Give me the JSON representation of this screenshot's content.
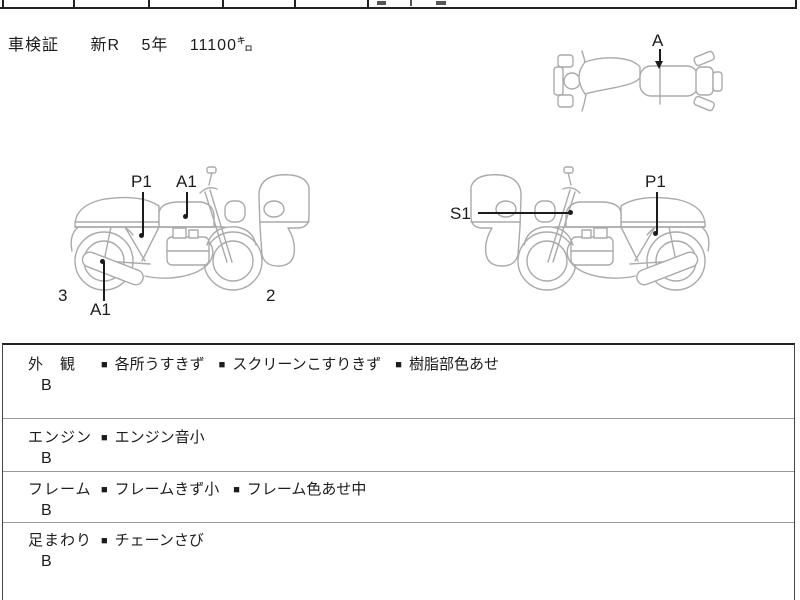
{
  "registration": {
    "label": "車検証",
    "values": [
      "新R",
      "5年",
      "11100㌔"
    ]
  },
  "diagram": {
    "top_view_marker": "A",
    "left_view": {
      "p1": "P1",
      "a1_top": "A1",
      "a1_bottom": "A1",
      "number_left": "3",
      "number_right": "2"
    },
    "right_view": {
      "s1": "S1",
      "p1": "P1"
    }
  },
  "condition": {
    "bullet": "■",
    "rows": [
      {
        "category": "外　観",
        "grade": "B",
        "items": [
          "各所うすきず",
          "スクリーンこすりきず",
          "樹脂部色あせ"
        ]
      },
      {
        "category": "エンジン",
        "grade": "B",
        "items": [
          "エンジン音小"
        ]
      },
      {
        "category": "フレーム",
        "grade": "B",
        "items": [
          "フレームきず小",
          "フレーム色あせ中"
        ]
      },
      {
        "category": "足まわり",
        "grade": "B",
        "items": [
          "チェーンさび"
        ]
      }
    ]
  },
  "colors": {
    "line_art": "#aaaaaa",
    "ink": "#1c1c1c"
  }
}
